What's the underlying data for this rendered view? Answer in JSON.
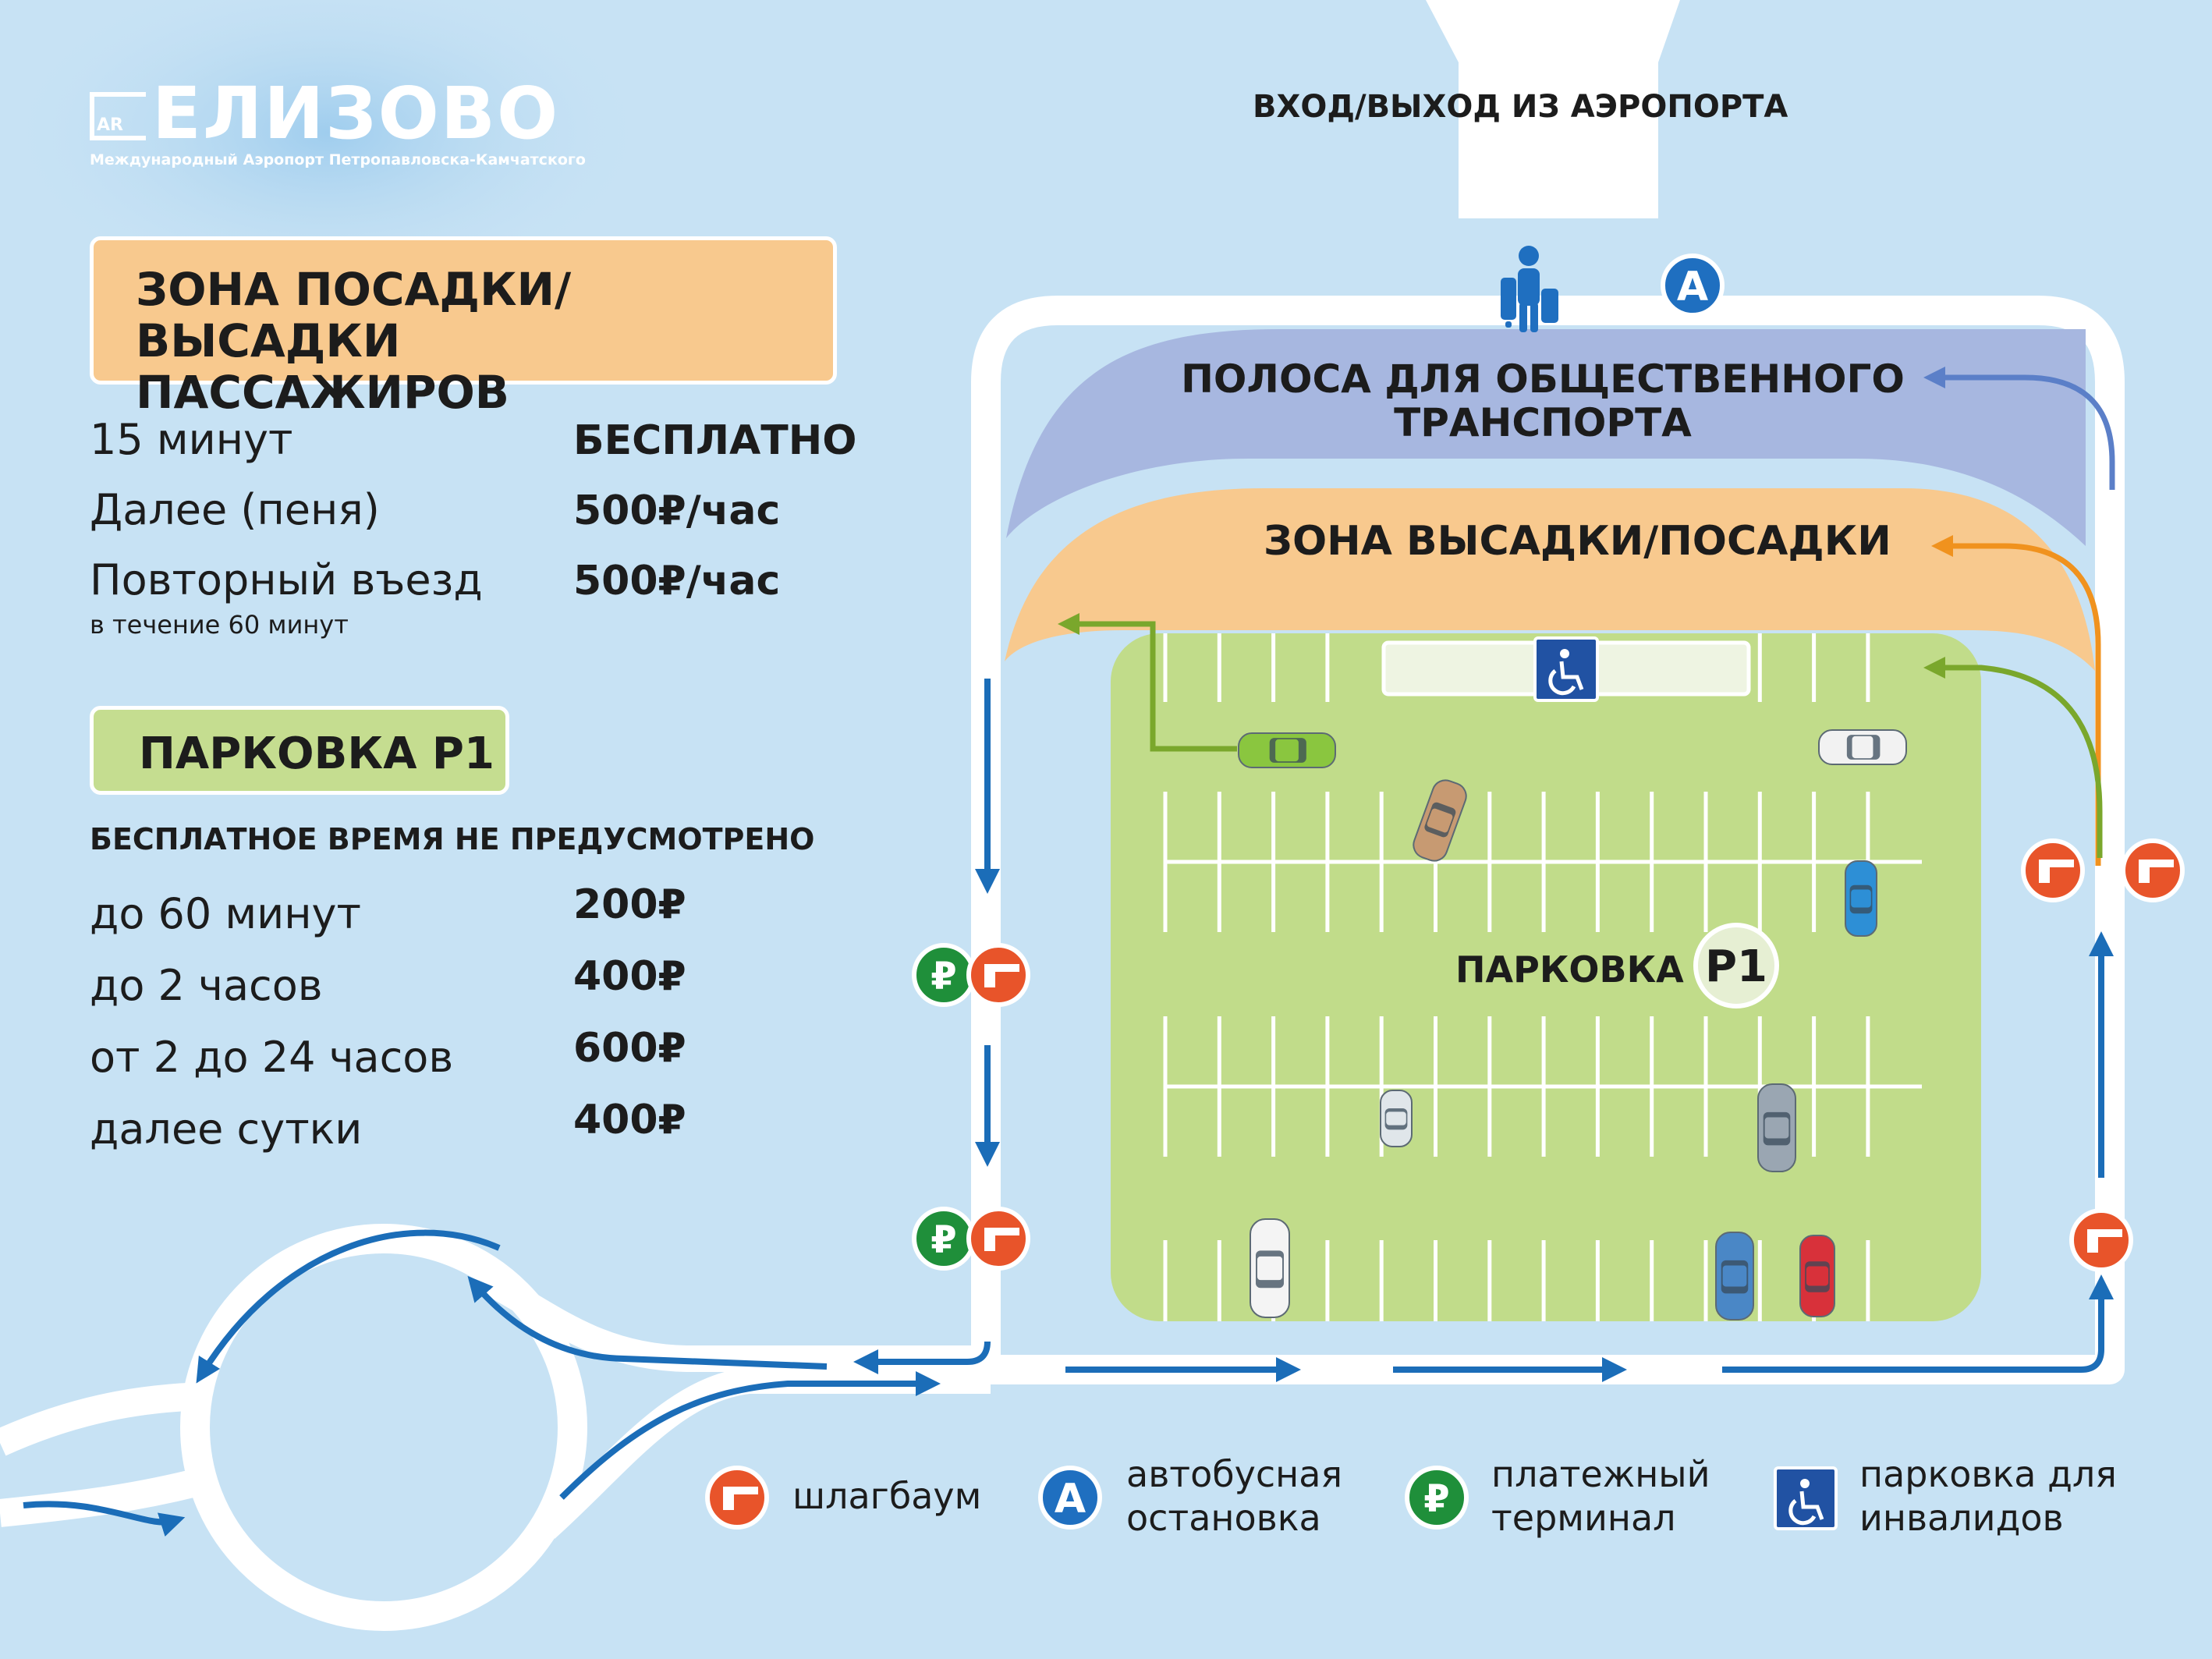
{
  "logo": {
    "mark": "AR",
    "name": "ЕЛИЗОВО",
    "subtitle": "Международный Аэропорт Петропавловска-Камчатского"
  },
  "dropoff": {
    "title": "ЗОНА ПОСАДКИ/ВЫСАДКИ\nПАССАЖИРОВ",
    "rows": [
      {
        "label": "15 минут",
        "value": "БЕСПЛАТНО"
      },
      {
        "label": "Далее (пеня)",
        "value": "500₽/час"
      },
      {
        "label": "Повторный въезд",
        "value": "500₽/час",
        "note": "в течение 60 минут"
      }
    ]
  },
  "parking": {
    "title": "ПАРКОВКА Р1",
    "note": "БЕСПЛАТНОЕ ВРЕМЯ НЕ ПРЕДУСМОТРЕНО",
    "rows": [
      {
        "label": "до 60 минут",
        "value": "200₽"
      },
      {
        "label": "до 2 часов",
        "value": "400₽"
      },
      {
        "label": "от 2 до 24 часов",
        "value": "600₽"
      },
      {
        "label": "далее сутки",
        "value": "400₽"
      }
    ]
  },
  "map": {
    "entrance": "ВХОД/ВЫХОД ИЗ АЭРОПОРТА",
    "transport_lane": "ПОЛОСА ДЛЯ ОБЩЕСТВЕННОГО\nТРАНСПОРТА",
    "dropoff_zone": "ЗОНА ВЫСАДКИ/ПОСАДКИ",
    "parking_label": "ПАРКОВКА",
    "parking_code": "Р1",
    "bus_letter": "A",
    "ruble": "₽"
  },
  "legend": [
    {
      "icon": "barrier-icon",
      "text": "шлагбаум"
    },
    {
      "icon": "bus-stop-icon",
      "text": "автобусная\nостановка"
    },
    {
      "icon": "payment-terminal-icon",
      "text": "платежный\nтерминал"
    },
    {
      "icon": "disabled-parking-icon",
      "text": "парковка для\nинвалидов"
    }
  ],
  "colors": {
    "background": "#c7e2f4",
    "road": "#ffffff",
    "arrow": "#1b6db8",
    "parking_area": "#c1dc8a",
    "transport_lane": "#a7b7e0",
    "dropoff_zone": "#f8c98e",
    "barrier": "#e8542a",
    "terminal": "#1f8f3a",
    "bus": "#1f6fc0",
    "disabled": "#2152a3"
  }
}
